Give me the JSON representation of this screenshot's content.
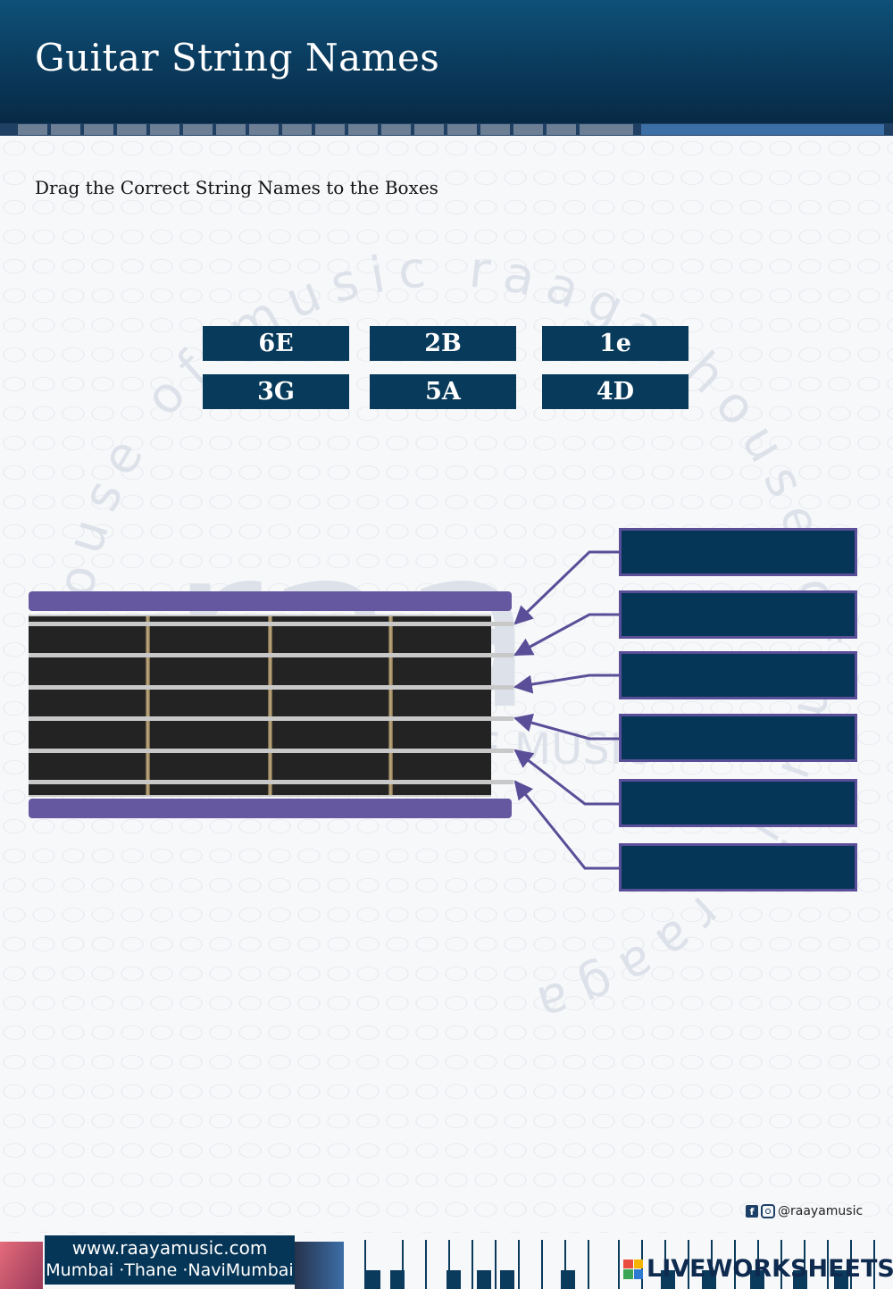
{
  "header": {
    "title": "Guitar String Names"
  },
  "instructions": "Drag the Correct String Names to the Boxes",
  "tiles": [
    {
      "label": "6E"
    },
    {
      "label": "2B"
    },
    {
      "label": "1e"
    },
    {
      "label": "3G"
    },
    {
      "label": "5A"
    },
    {
      "label": "4D"
    }
  ],
  "drop_boxes": [
    {},
    {},
    {},
    {},
    {},
    {}
  ],
  "watermark": {
    "ring_text": "house of music raaga house of music raaga",
    "logo_text": "raa",
    "subtitle": "HOUSE OF MUSIC"
  },
  "footer": {
    "website": "www.raayamusic.com",
    "locations": "Mumbai ·Thane ·NaviMumbai",
    "social_handle": "@raayamusic",
    "brand": "LIVEWORKSHEETS"
  },
  "colors": {
    "header": "#0a3a5c",
    "tile": "#083a5b",
    "drop_box": "#063657",
    "accent_purple": "#6558a0"
  }
}
